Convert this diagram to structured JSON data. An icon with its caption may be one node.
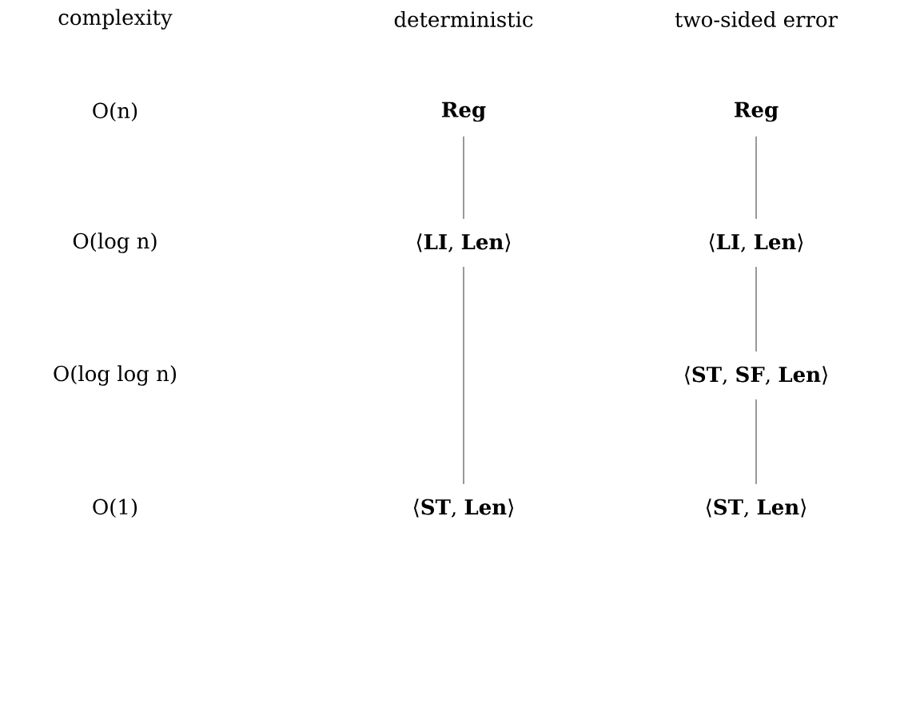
{
  "diagram": {
    "nodes": [
      {
        "text": [
          "**Reg**"
        ]
      },
      {
        "text": [
          "⟨**LI**, **Len**⟩"
        ]
      },
      {
        "text": [
          "⟨**ST**, **Len**⟩"
        ]
      },
      {
        "text": [
          "**Reg**"
        ]
      },
      {
        "text": [
          "⟨**LI**, **Len**⟩"
        ]
      },
      {
        "text": [
          "⟨**ST**, **SF**, **Len**⟩"
        ]
      },
      {
        "text": [
          "⟨**ST**, **Len**⟩"
        ]
      }
    ],
    "edges": [
      {
        "from": 0,
        "to": 1,
        "arrow": "none"
      },
      {
        "from": 1,
        "to": 2,
        "arrow": "none"
      },
      {
        "from": 3,
        "to": 4,
        "arrow": "none"
      },
      {
        "from": 4,
        "to": 5,
        "arrow": "none"
      },
      {
        "from": 5,
        "to": 6,
        "arrow": "none"
      }
    ],
    "labels": [
      "complexity",
      "deterministic",
      "two-sided error",
      "O(n)",
      "O(log n)",
      "O(log log n)",
      "O(1)"
    ]
  }
}
